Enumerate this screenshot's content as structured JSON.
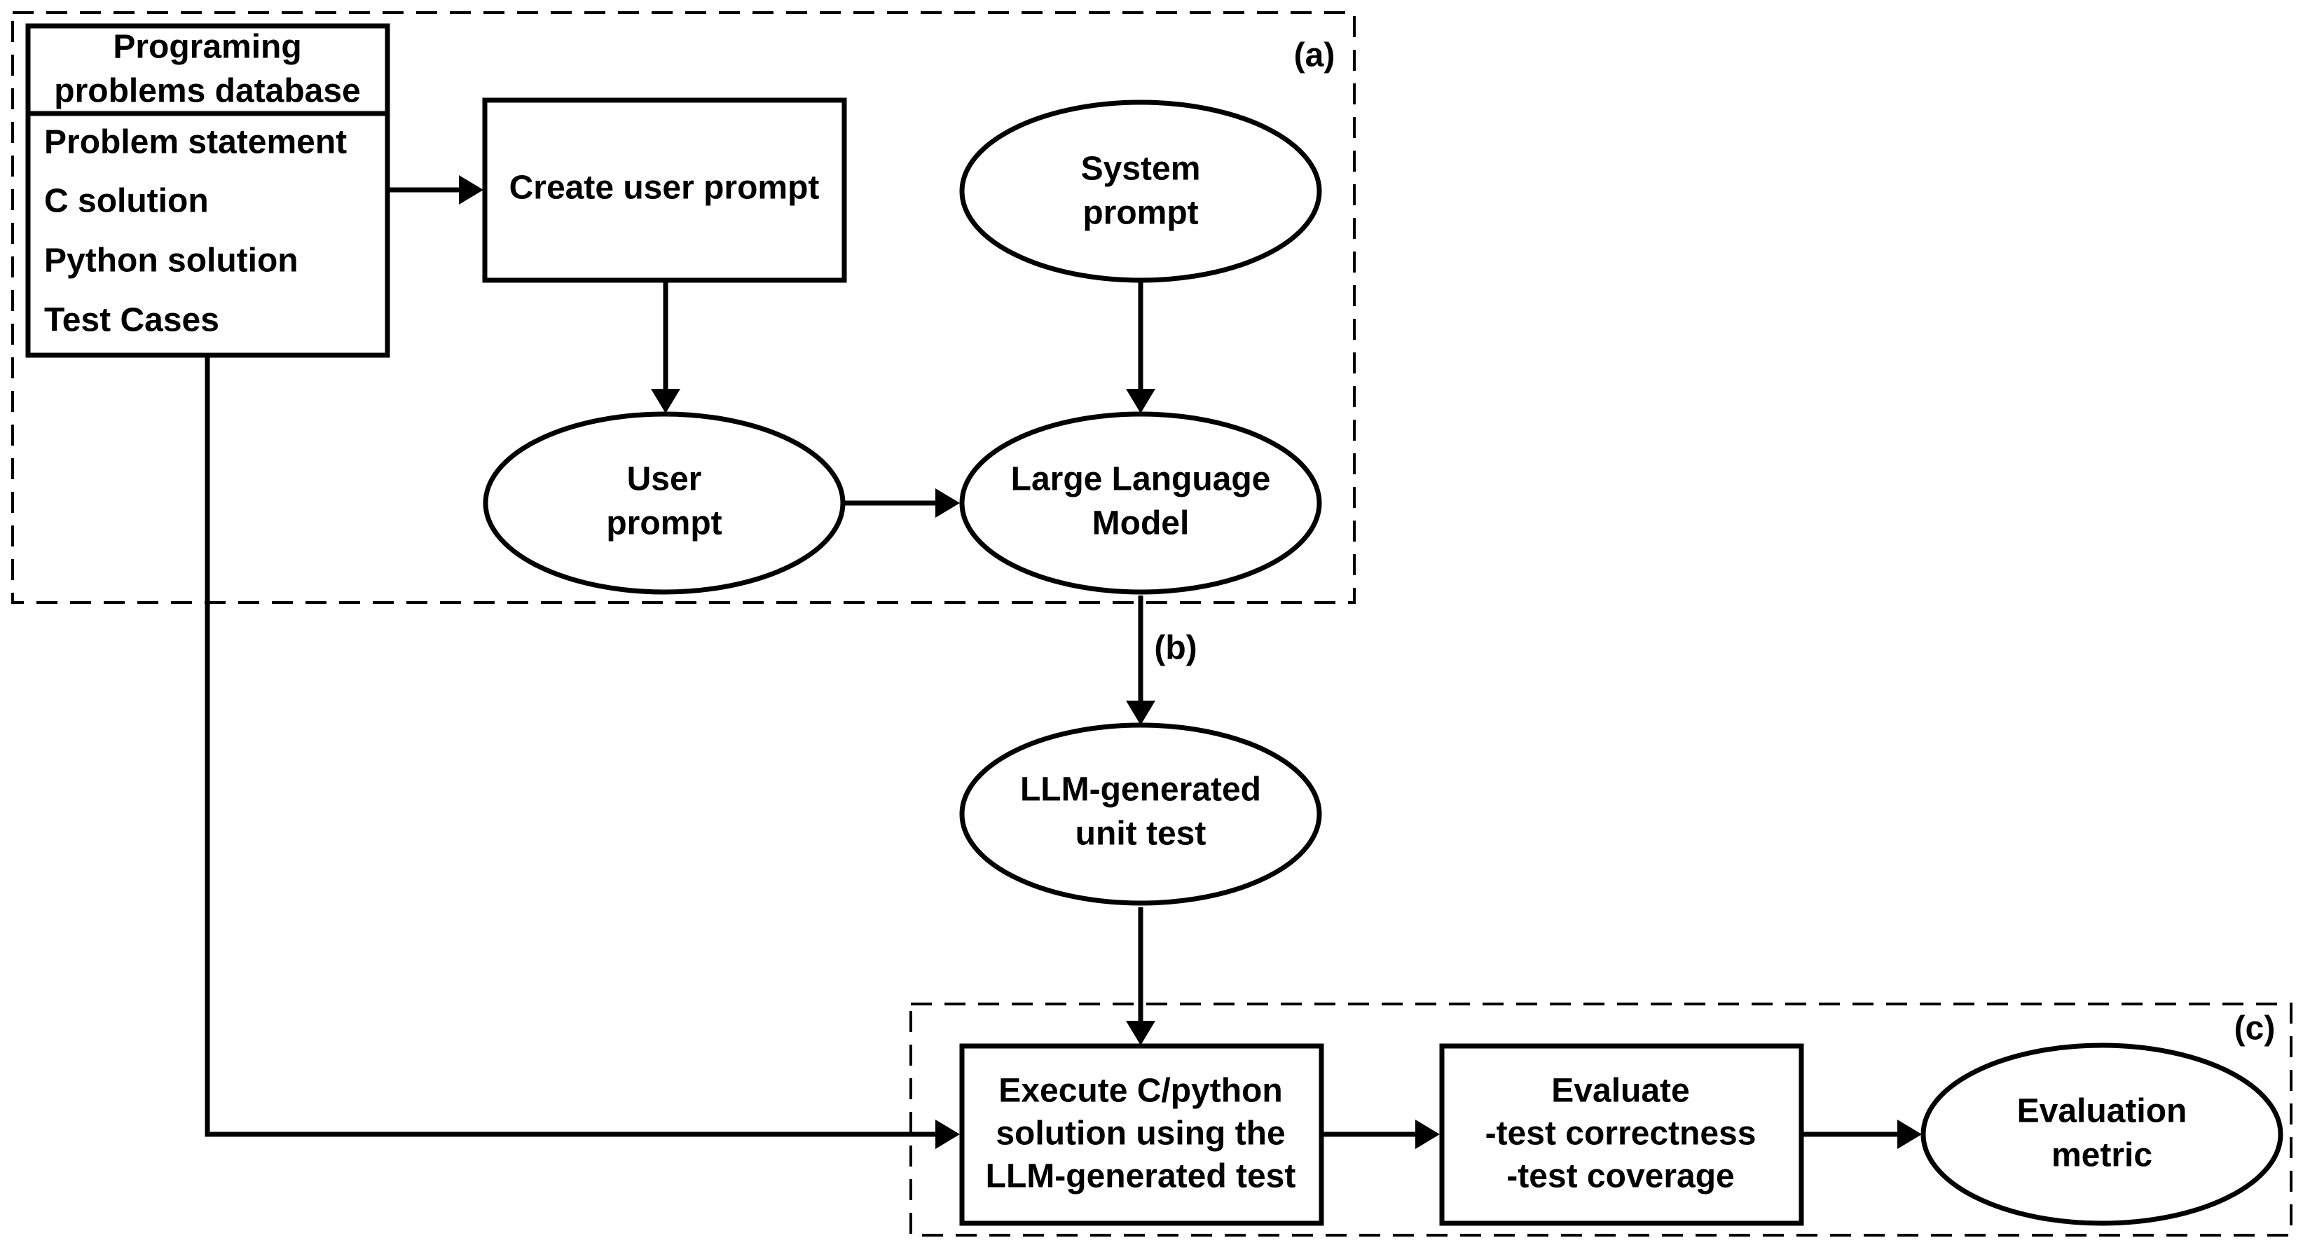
{
  "regions": {
    "a": "(a)",
    "b": "(b)",
    "c": "(c)"
  },
  "database": {
    "title_line1": "Programing",
    "title_line2": "problems database",
    "items": [
      "Problem statement",
      "C solution",
      "Python solution",
      "Test Cases"
    ]
  },
  "nodes": {
    "create_user_prompt": "Create user prompt",
    "system_prompt": [
      "System",
      "prompt"
    ],
    "user_prompt": [
      "User",
      "prompt"
    ],
    "llm": [
      "Large Language",
      "Model"
    ],
    "llm_generated_unit_test": [
      "LLM-generated",
      "unit test"
    ],
    "execute": [
      "Execute C/python",
      "solution using the",
      "LLM-generated test"
    ],
    "evaluate": [
      "Evaluate",
      "-test correctness",
      "-test coverage"
    ],
    "evaluation_metric": [
      "Evaluation",
      "metric"
    ]
  }
}
